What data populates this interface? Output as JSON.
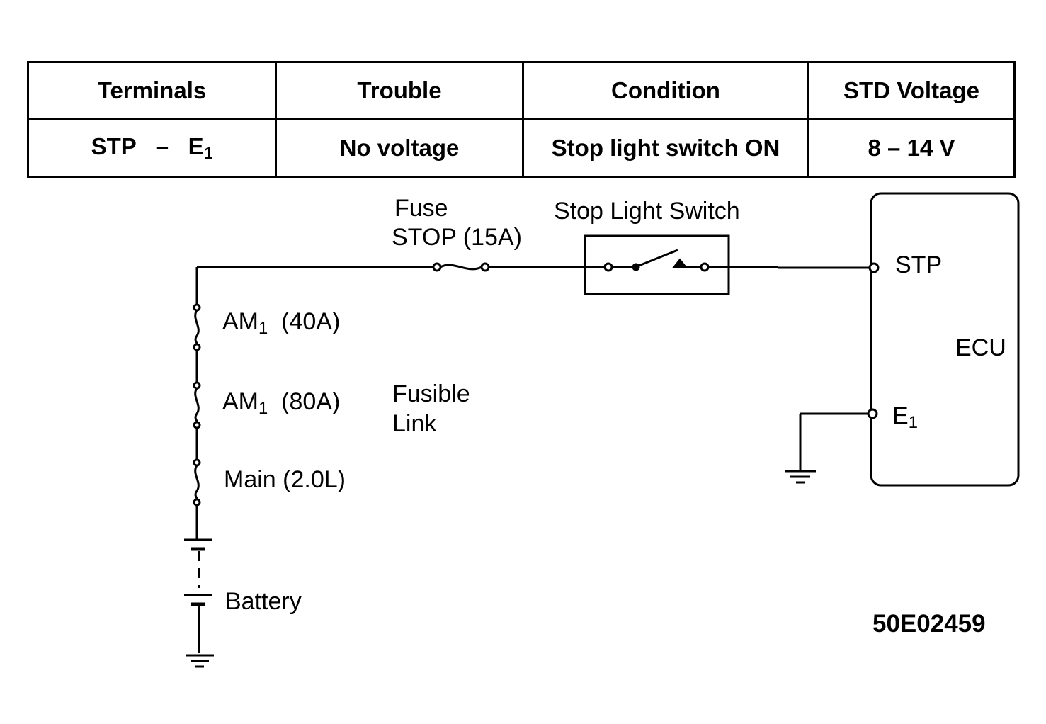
{
  "table": {
    "headers": [
      "Terminals",
      "Trouble",
      "Condition",
      "STD Voltage"
    ],
    "row": {
      "terminal_a": "STP",
      "dash": "–",
      "terminal_b": "E",
      "terminal_b_sub": "1",
      "trouble": "No voltage",
      "condition": "Stop light switch ON",
      "voltage": "8 – 14 V"
    }
  },
  "diagram": {
    "fuse_label_1": "Fuse",
    "fuse_label_2": "STOP (15A)",
    "switch_label": "Stop Light Switch",
    "am1_40": {
      "name": "AM",
      "sub": "1",
      "rating": "(40A)"
    },
    "am1_80": {
      "name": "AM",
      "sub": "1",
      "rating": "(80A)"
    },
    "main": "Main (2.0L)",
    "fusible_link_1": "Fusible",
    "fusible_link_2": "Link",
    "battery": "Battery",
    "ecu": "ECU",
    "stp": "STP",
    "e1": {
      "name": "E",
      "sub": "1"
    },
    "code": "50E02459"
  }
}
